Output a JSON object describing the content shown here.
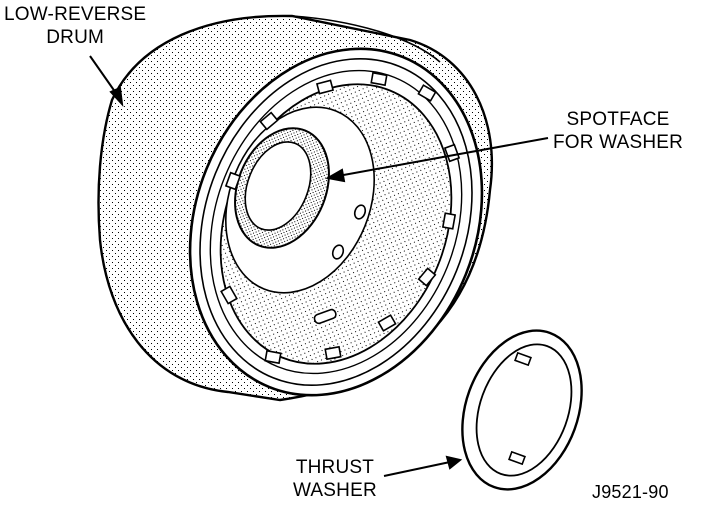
{
  "labels": {
    "drum": [
      "LOW-REVERSE",
      "DRUM"
    ],
    "spotface": [
      "SPOTFACE",
      "FOR WASHER"
    ],
    "thrust": [
      "THRUST",
      "WASHER"
    ],
    "figure_id": "J9521-90"
  },
  "colors": {
    "ink": "#000000",
    "paper": "#ffffff",
    "stipple": "#8a8a8a"
  }
}
